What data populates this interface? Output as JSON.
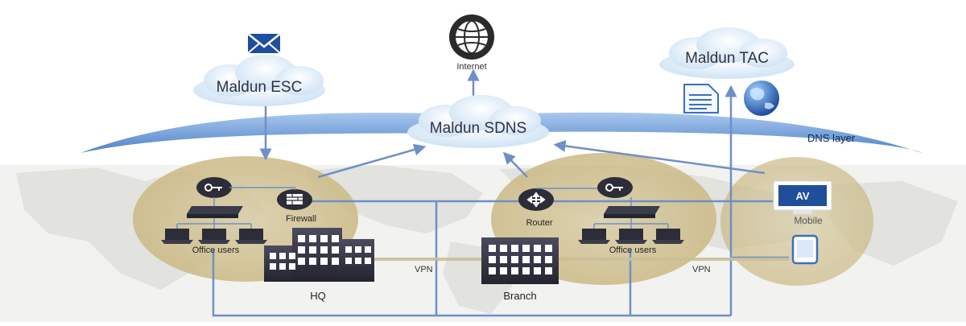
{
  "labels": {
    "internet": "Internet",
    "esc": "Maldun ESC",
    "sdns": "Maldun SDNS",
    "tac": "Maldun TAC",
    "dns_layer": "DNS layer",
    "firewall": "Firewall",
    "router": "Router",
    "office_users_hq": "Office users",
    "office_users_branch": "Office users",
    "hq": "HQ",
    "branch": "Branch",
    "vpn_hq_branch": "VPN",
    "vpn_branch_mobile": "VPN",
    "mobile": "Mobile",
    "av": "AV"
  },
  "colors": {
    "line": "#6f8fc7",
    "cloud": "#e3f0fb",
    "dns_band": "#7aa6dd",
    "site_circle": "#d9c99a",
    "building": "#2f3142"
  },
  "icons": [
    "envelope-icon",
    "globe-icon",
    "document-icon",
    "earth-icon",
    "key-icon",
    "firewall-icon",
    "router-icon",
    "laptop-icon",
    "switch-icon",
    "tablet-icon",
    "monitor-icon",
    "building-icon"
  ]
}
